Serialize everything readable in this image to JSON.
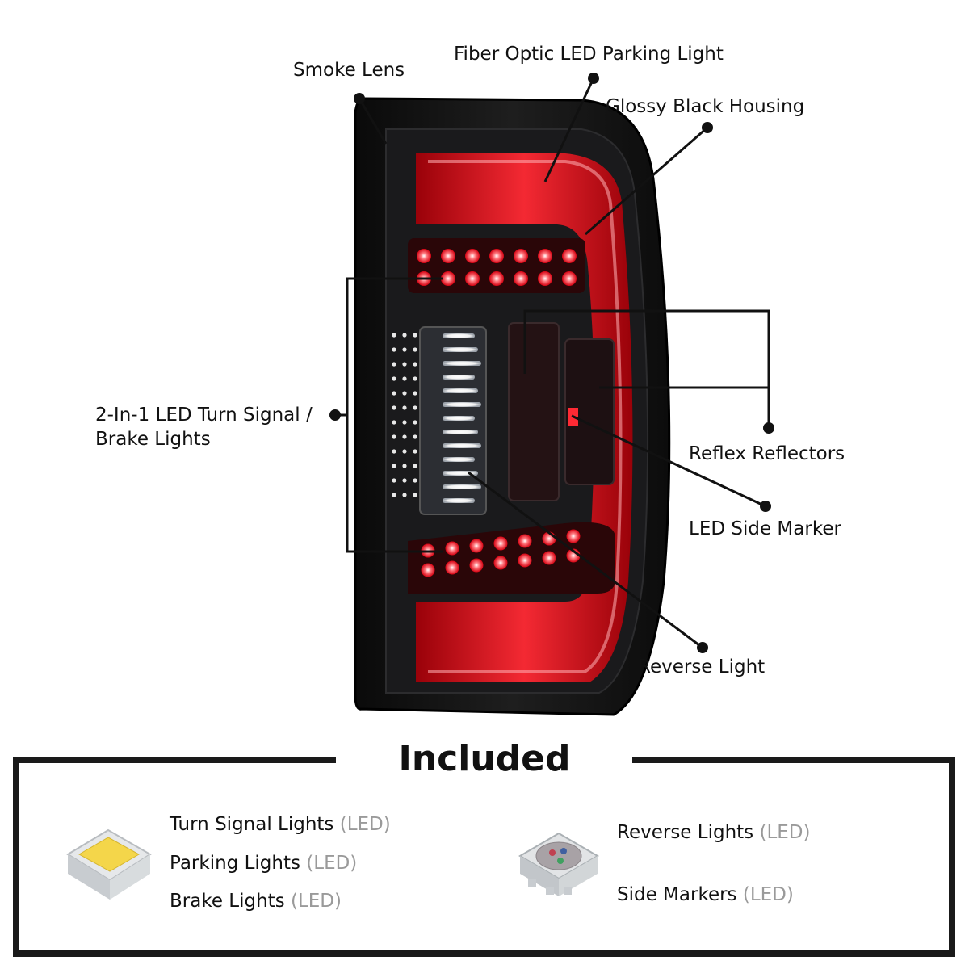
{
  "callouts": {
    "smoke_lens": "Smoke Lens",
    "fiber_optic": "Fiber Optic LED Parking Light",
    "glossy_housing": "Glossy Black Housing",
    "turn_brake_line1": "2-In-1 LED Turn Signal /",
    "turn_brake_line2": "Brake Lights",
    "reflex_reflectors": "Reflex Reflectors",
    "side_marker": "LED Side Marker",
    "reverse_light": "Reverse Light"
  },
  "included": {
    "title": "Included",
    "left_items": [
      {
        "name": "Turn Signal Lights",
        "tag": "(LED)"
      },
      {
        "name": "Parking Lights",
        "tag": "(LED)"
      },
      {
        "name": "Brake Lights",
        "tag": "(LED)"
      }
    ],
    "right_items": [
      {
        "name": "Reverse Lights",
        "tag": "(LED)"
      },
      {
        "name": "Side Markers",
        "tag": "(LED)"
      }
    ]
  },
  "colors": {
    "lightbar_red": "#e0141c",
    "housing": "#121212",
    "led_red": "#ff3a44",
    "reverse_white": "#ffffff",
    "smd_yellow": "#f4d64a"
  }
}
